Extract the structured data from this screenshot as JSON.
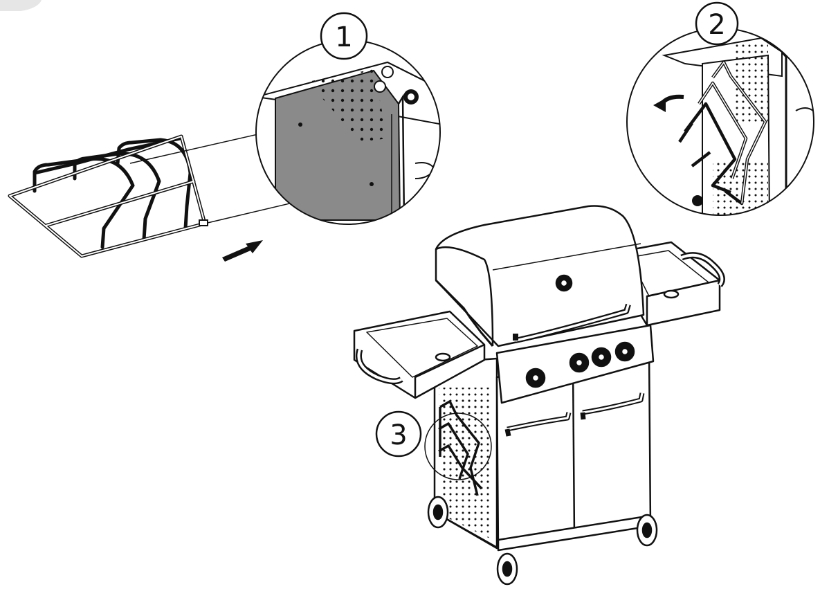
{
  "steps": [
    {
      "label": "1"
    },
    {
      "label": "2"
    },
    {
      "label": "3"
    }
  ],
  "colors": {
    "line": "#111111",
    "panel_fill": "#8a8a8a",
    "background": "#ffffff",
    "corner_tab": "#e6e6e6"
  },
  "icons": [
    "arrow-icon",
    "curved-arrow-icon"
  ]
}
